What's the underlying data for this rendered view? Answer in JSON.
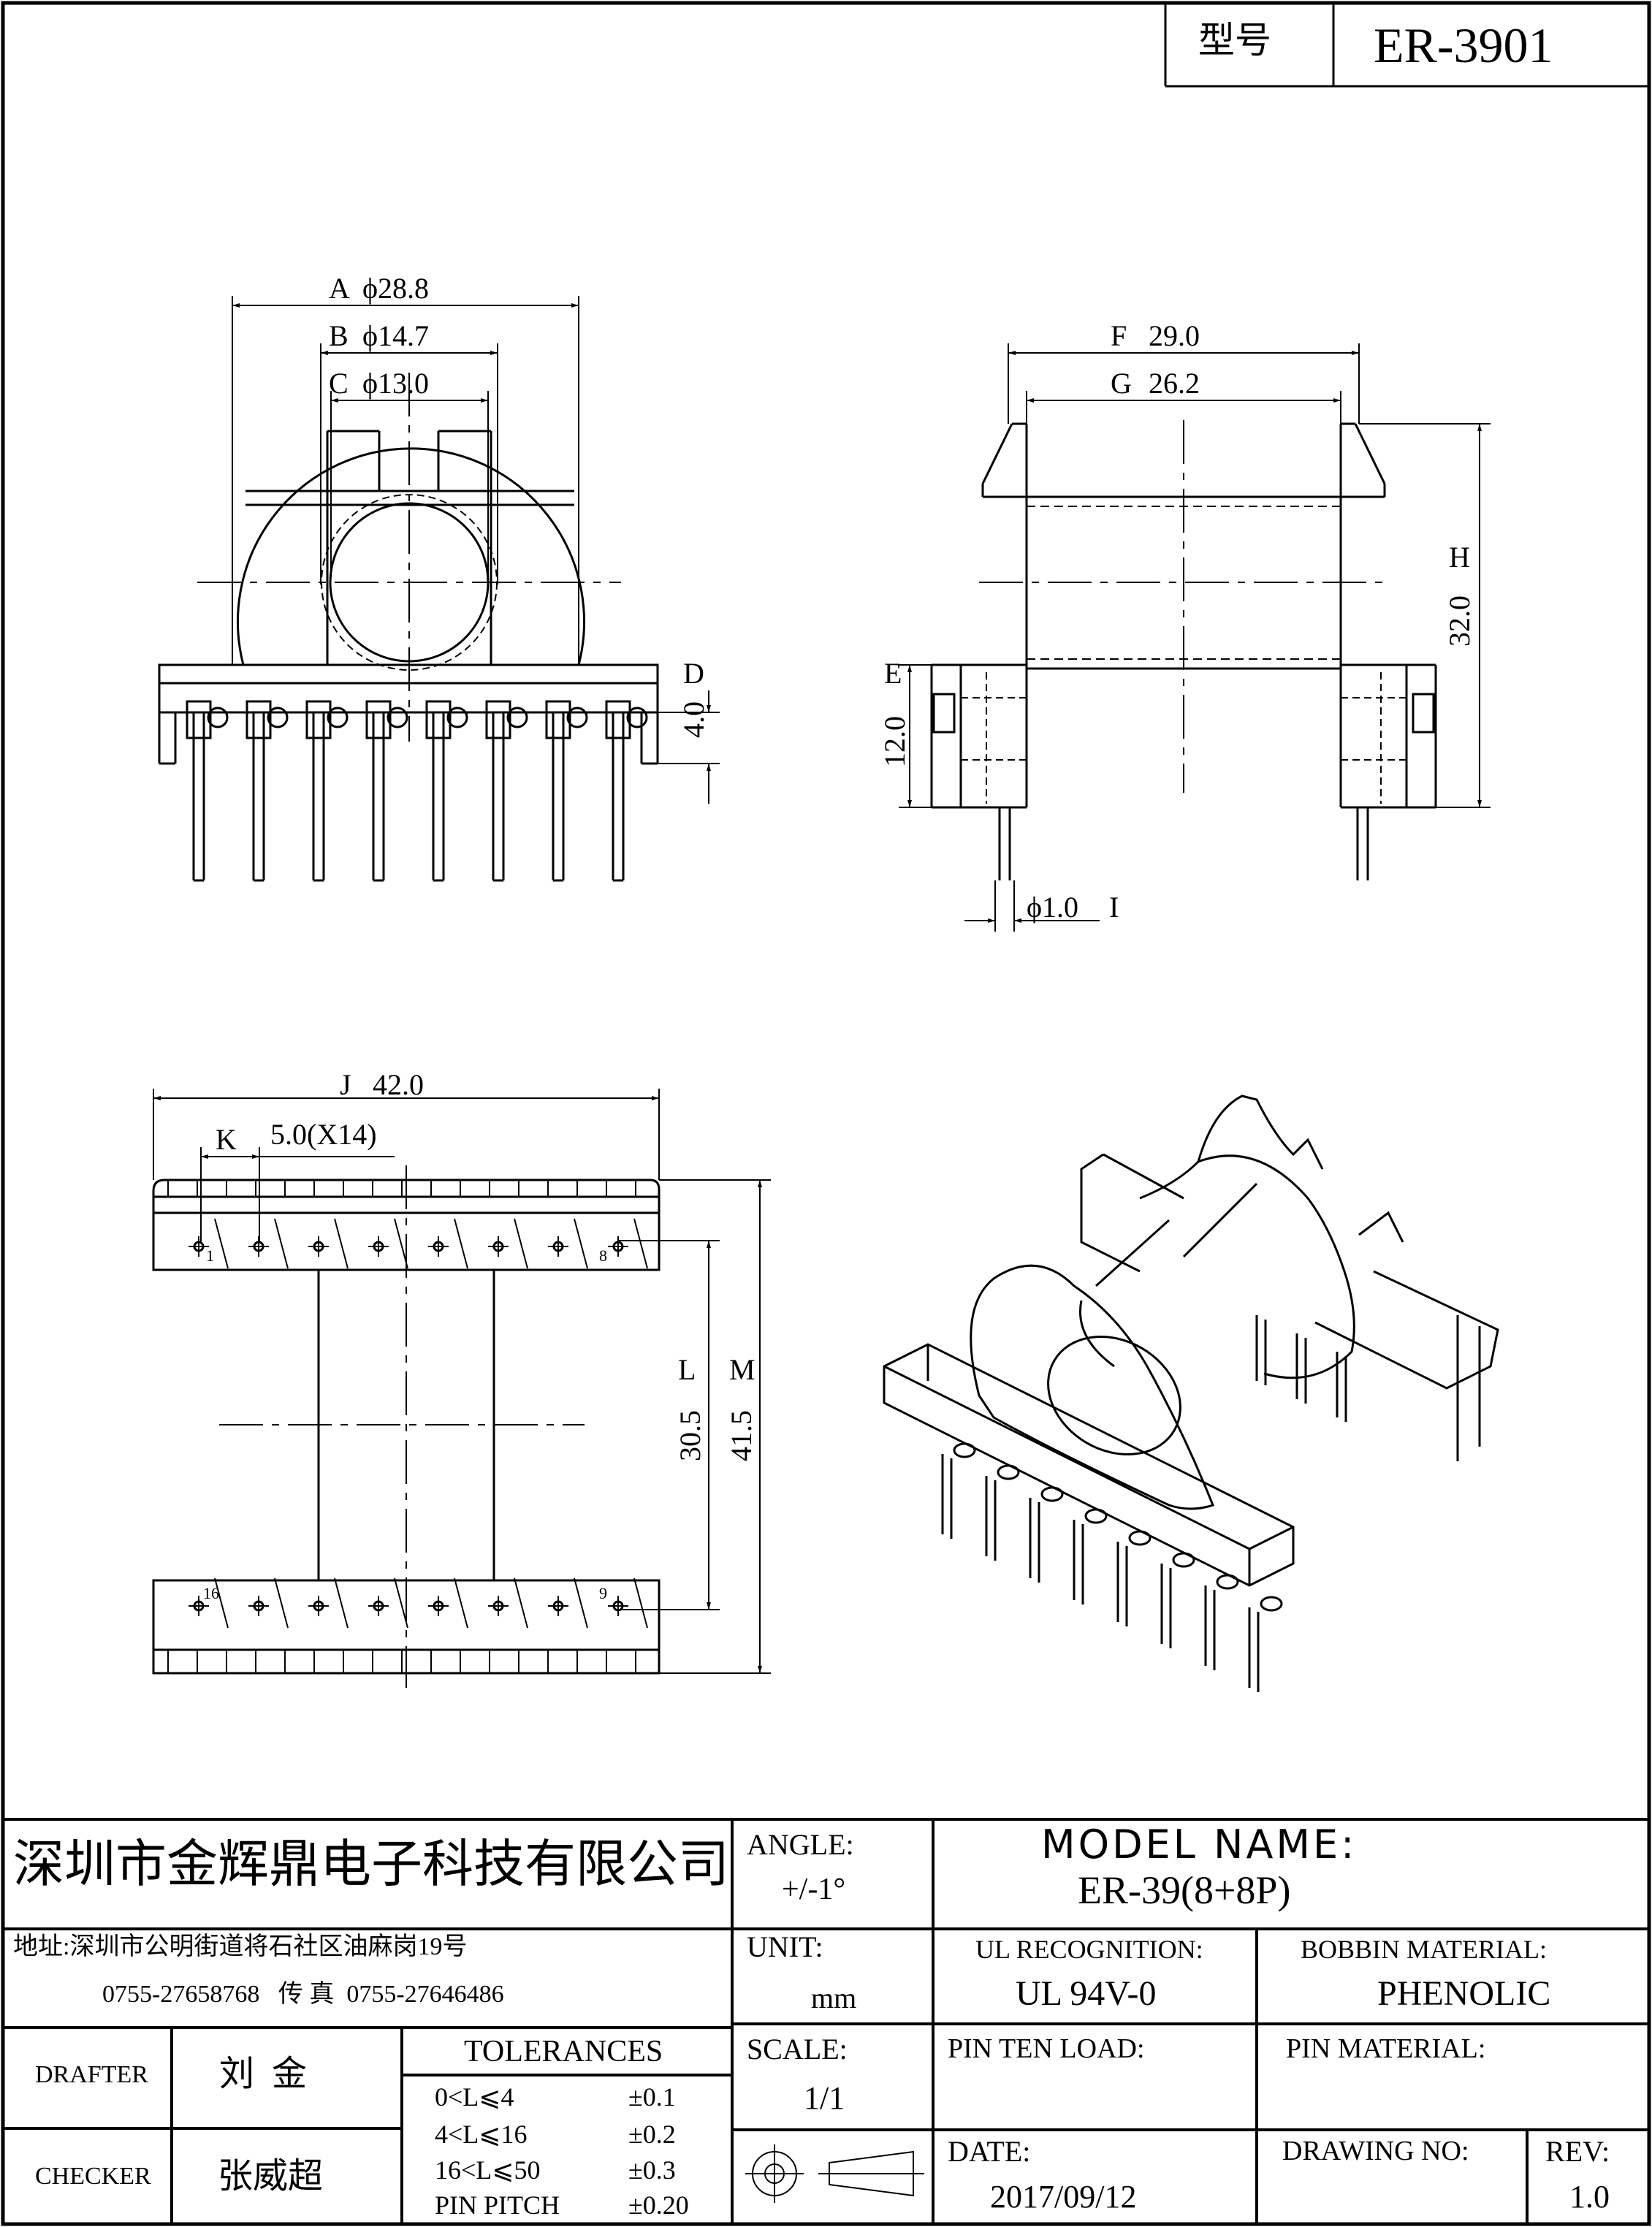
{
  "model_box": {
    "label": "型号",
    "value": "ER-3901"
  },
  "dimensions": {
    "A": {
      "letter": "A",
      "value": "ϕ28.8"
    },
    "B": {
      "letter": "B",
      "value": "ϕ14.7"
    },
    "C": {
      "letter": "C",
      "value": "ϕ13.0"
    },
    "D": {
      "letter": "D",
      "value": "4.0"
    },
    "E": {
      "letter": "E",
      "value": "12.0"
    },
    "F": {
      "letter": "F",
      "value": "29.0"
    },
    "G": {
      "letter": "G",
      "value": "26.2"
    },
    "H": {
      "letter": "H",
      "value": "32.0"
    },
    "I": {
      "letter": "I",
      "value": "ϕ1.0"
    },
    "J": {
      "letter": "J",
      "value": "42.0"
    },
    "K": {
      "letter": "K",
      "value": "5.0(X14)"
    },
    "L": {
      "letter": "L",
      "value": "30.5"
    },
    "M": {
      "letter": "M",
      "value": "41.5"
    }
  },
  "pin_numbers": {
    "p1": "1",
    "p8": "8",
    "p16": "16",
    "p9": "9"
  },
  "title_block": {
    "company": "深圳市金辉鼎电子科技有限公司",
    "address": "地址:深圳市公明街道将石社区油麻岗19号",
    "phone_fax": "0755-27658768   传 真  0755-27646486",
    "angle_label": "ANGLE:",
    "angle_value": "+/-1°",
    "model_name_label": "MODEL NAME:",
    "model_name_value": "ER-39(8+8P)",
    "unit_label": "UNIT:",
    "unit_value": "mm",
    "ul_label": "UL RECOGNITION:",
    "ul_value": "UL 94V-0",
    "bobbin_label": "BOBBIN MATERIAL:",
    "bobbin_value": "PHENOLIC",
    "drafter_label": "DRAFTER",
    "drafter_value": "刘  金",
    "checker_label": "CHECKER",
    "checker_value": "张威超",
    "tolerances_label": "TOLERANCES",
    "tolerances": [
      {
        "range": "0<L⩽4",
        "value": "±0.1"
      },
      {
        "range": "4<L⩽16",
        "value": "±0.2"
      },
      {
        "range": "16<L⩽50",
        "value": "±0.3"
      },
      {
        "range": "PIN PITCH",
        "value": "±0.20"
      }
    ],
    "scale_label": "SCALE:",
    "scale_value": "1/1",
    "pin_load_label": "PIN TEN LOAD:",
    "pin_material_label": "PIN MATERIAL:",
    "date_label": "DATE:",
    "date_value": "2017/09/12",
    "drawing_no_label": "DRAWING NO:",
    "rev_label": "REV:",
    "rev_value": "1.0"
  }
}
